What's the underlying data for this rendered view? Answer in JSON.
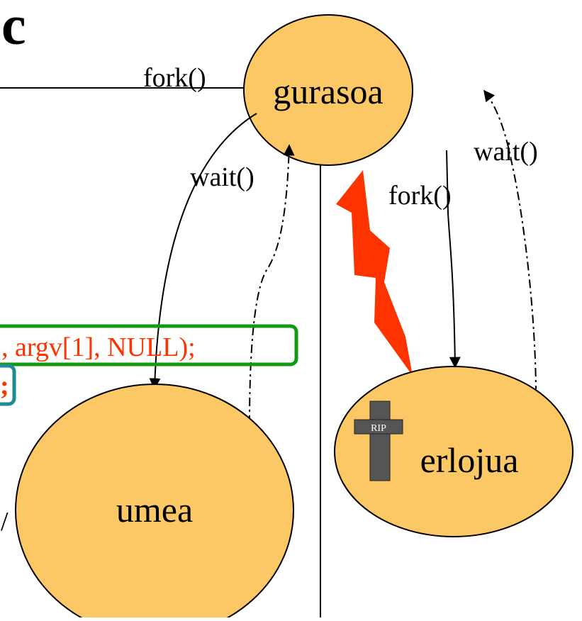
{
  "title_fragment": "c",
  "nodes": {
    "parent": "gurasoa",
    "child": "umea",
    "clock": "erlojua"
  },
  "labels": {
    "fork_top": "fork()",
    "wait_left": "wait()",
    "fork_right": "fork()",
    "wait_right": "wait()"
  },
  "code": {
    "exec_line": ", argv[1], NULL);",
    "teal_fragment": ";",
    "slash_fragment": "/"
  },
  "tombstone": {
    "text": "RIP"
  },
  "colors": {
    "node_fill": "#fbc865",
    "code_red": "#ff3300",
    "green_box": "#129a12",
    "teal_box": "#1f8b93",
    "lightning": "#ff3300",
    "cross": "#555555"
  }
}
